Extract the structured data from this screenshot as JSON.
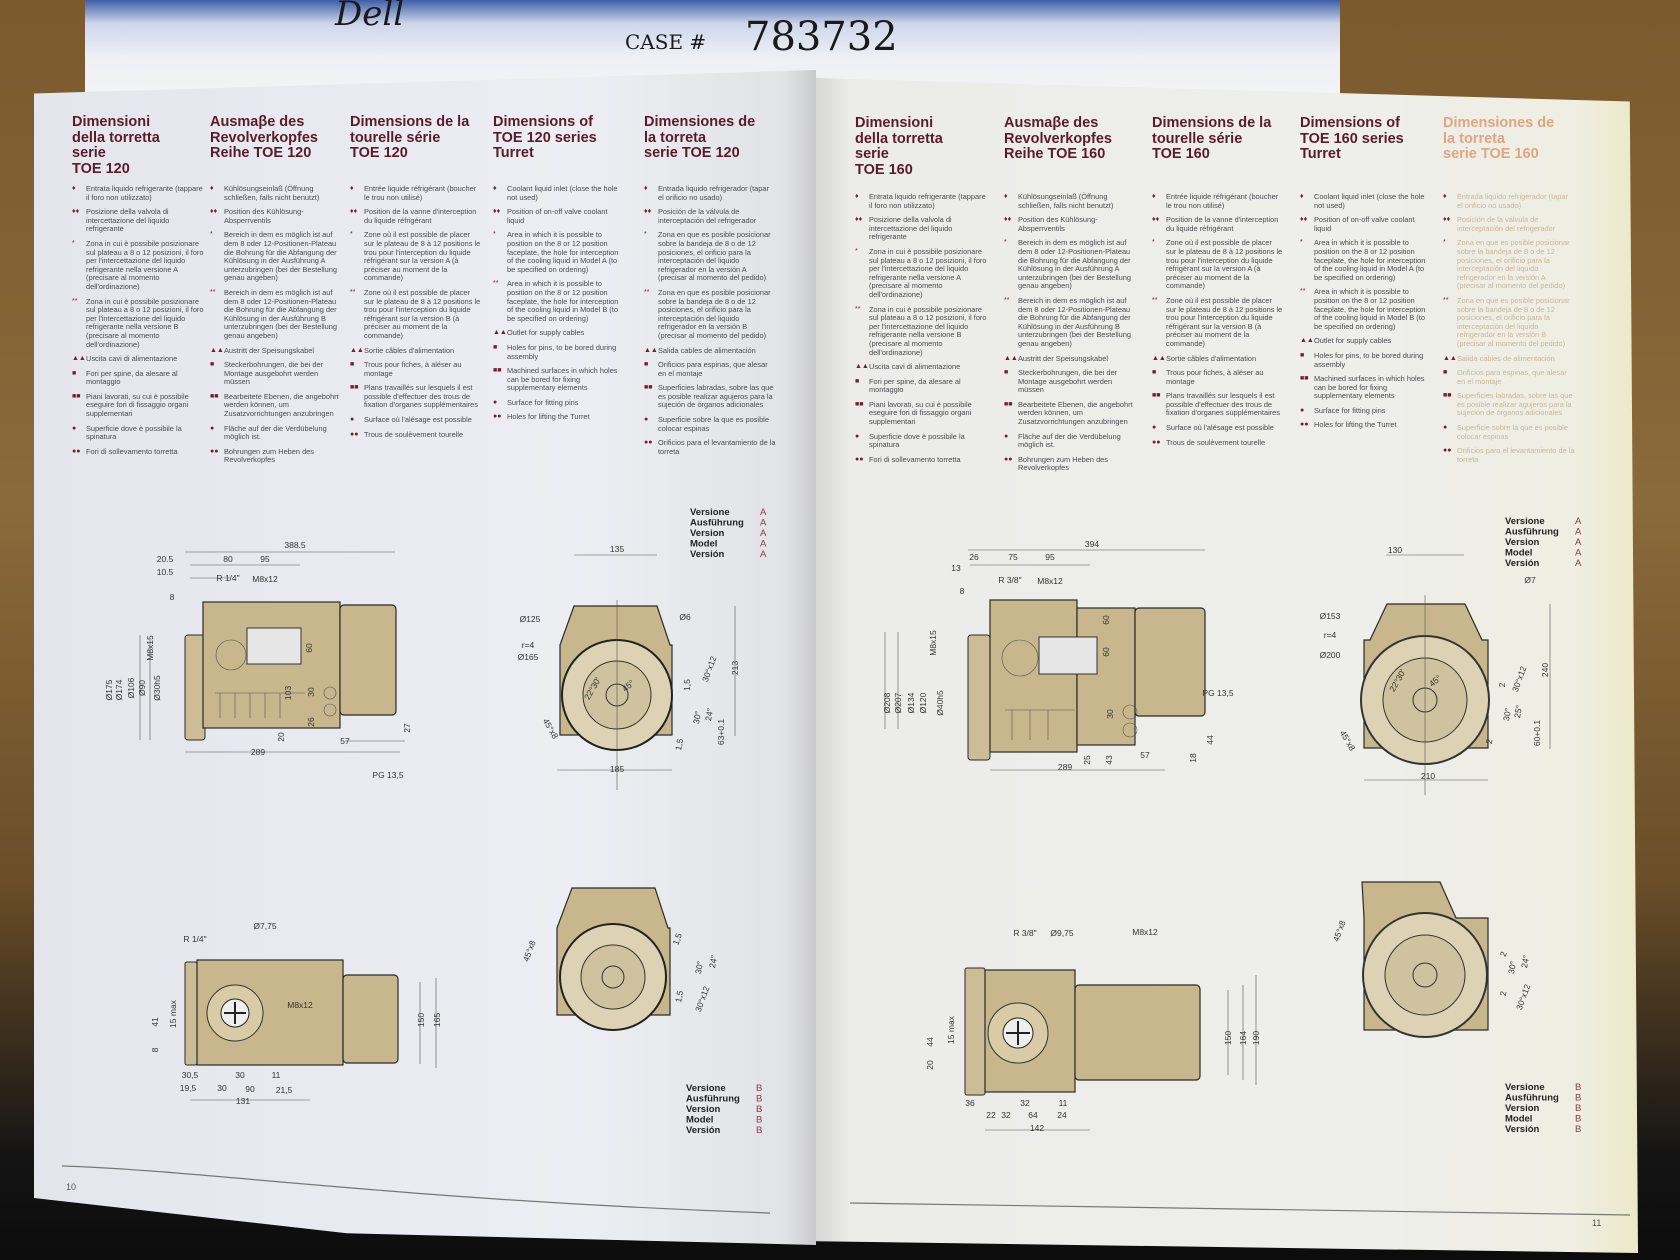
{
  "handwritten_note": {
    "line1": "Dell",
    "case_label": "CASE #",
    "case_number": "783732"
  },
  "legend_columns": [
    {
      "lang": "it",
      "items": [
        {
          "sym": "♦",
          "text": "Entrata liquido refrigerante (tappare il foro non utilizzato)"
        },
        {
          "sym": "♦♦",
          "text": "Posizione della valvola di intercettazione del liquido refrigerante"
        },
        {
          "sym": "*",
          "text": "Zona in cui è possibile posizionare sul plateau a 8 o 12 posizioni, il foro per l'intercettazione del liquido refrigerante nella versione A (precisare al momento dell'ordinazione)"
        },
        {
          "sym": "**",
          "text": "Zona in cui è possibile posizionare sul plateau a 8 o 12 posizioni, il foro per l'intercettazione del liquido refrigerante nella versione B (precisare al momento dell'ordinazione)"
        },
        {
          "sym": "▲▲",
          "text": "Uscita cavi di alimentazione"
        },
        {
          "sym": "■",
          "text": "Fori per spine, da alesare al montaggio"
        },
        {
          "sym": "■■",
          "text": "Piani lavorati, su cui è possibile eseguire fori di fissaggio organi supplementari"
        },
        {
          "sym": "●",
          "text": "Superficie dove è possibile la spinatura"
        },
        {
          "sym": "●●",
          "text": "Fori di sollevamento torretta"
        }
      ]
    },
    {
      "lang": "de",
      "items": [
        {
          "sym": "♦",
          "text": "Kühlösungseinlaß (Öffnung schließen, falls nicht benutzt)"
        },
        {
          "sym": "♦♦",
          "text": "Position des Kühlösung-Absperrventils"
        },
        {
          "sym": "*",
          "text": "Bereich in dem es möglich ist auf dem 8 oder 12-Positionen-Plateau die Bohrung für die Abfangung der Kühlösung in der Ausführung A unterzubringen (bei der Bestellung genau angeben)"
        },
        {
          "sym": "**",
          "text": "Bereich in dem es möglich ist auf dem 8 oder 12-Positionen-Plateau die Bohrung für die Abfangung der Kühlösung in der Ausführung B unterzubringen (bei der Bestellung genau angeben)"
        },
        {
          "sym": "▲▲",
          "text": "Austritt der Speisungskabel"
        },
        {
          "sym": "■",
          "text": "Steckerbohrungen, die bei der Montage ausgebohrt werden müssen"
        },
        {
          "sym": "■■",
          "text": "Bearbeitete Ebenen, die angebohrt werden können, um Zusatzvorrichtungen anzubringen"
        },
        {
          "sym": "●",
          "text": "Fläche auf der die Verdübelung möglich ist."
        },
        {
          "sym": "●●",
          "text": "Bohrungen zum Heben des Revolverkopfes"
        }
      ]
    },
    {
      "lang": "fr",
      "items": [
        {
          "sym": "♦",
          "text": "Entrée liquide réfrigérant (boucher le trou non utilisé)"
        },
        {
          "sym": "♦♦",
          "text": "Position de la vanne d'interception du liquide réfrigérant"
        },
        {
          "sym": "*",
          "text": "Zone où il est possible de placer sur le plateau de 8 à 12 positions le trou pour l'interception du liquide réfrigérant sur la version A (à préciser au moment de la commande)"
        },
        {
          "sym": "**",
          "text": "Zone où il est possible de placer sur le plateau de 8 à 12 positions le trou pour l'interception du liquide réfrigérant sur la version B (à préciser au moment de la commande)"
        },
        {
          "sym": "▲▲",
          "text": "Sortie câbles d'alimentation"
        },
        {
          "sym": "■",
          "text": "Trous pour fiches, à aléser au montage"
        },
        {
          "sym": "■■",
          "text": "Plans travaillés sur lesquels il est possible d'effectuer des trous de fixation d'organes supplémentaires"
        },
        {
          "sym": "●",
          "text": "Surface où l'alésage est possible"
        },
        {
          "sym": "●●",
          "text": "Trous de soulèvement tourelle"
        }
      ]
    },
    {
      "lang": "en",
      "items": [
        {
          "sym": "♦",
          "text": "Coolant liquid inlet (close the hole not used)"
        },
        {
          "sym": "♦♦",
          "text": "Position of on-off valve coolant liquid"
        },
        {
          "sym": "*",
          "text": "Area in which it is possible to position on the 8 or 12 position faceplate, the hole for interception of the cooling liquid in Model A (to be specified on ordering)"
        },
        {
          "sym": "**",
          "text": "Area in which it is possible to position on the 8 or 12 position faceplate, the hole for interception of the cooling liquid in Model B (to be specified on ordering)"
        },
        {
          "sym": "▲▲",
          "text": "Outlet for supply cables"
        },
        {
          "sym": "■",
          "text": "Holes for pins, to be bored during assembly"
        },
        {
          "sym": "■■",
          "text": "Machined surfaces in which holes can be bored for fixing supplementary elements"
        },
        {
          "sym": "●",
          "text": "Surface for fitting pins"
        },
        {
          "sym": "●●",
          "text": "Holes for lifting the Turret"
        }
      ]
    },
    {
      "lang": "es",
      "items": [
        {
          "sym": "♦",
          "text": "Entrada liquido refrigerador (tapar el orificio no usado)"
        },
        {
          "sym": "♦♦",
          "text": "Posición de la válvula de interceptación del refrigerador"
        },
        {
          "sym": "*",
          "text": "Zona en que es posible posicionar sobre la bandeja de 8 o de 12 posiciones, el orificio para la interceptación del liquido refrigerador en la versión A (precisar al momento del pedido)"
        },
        {
          "sym": "**",
          "text": "Zona en que es posible posicionar sobre la bandeja de 8 o de 12 posiciones, el orificio para la interceptación del liquido refrigerador en la versión B (precisar al momento del pedido)"
        },
        {
          "sym": "▲▲",
          "text": "Salida cables de alimentación"
        },
        {
          "sym": "■",
          "text": "Orificios para espinas, que alesar en el montaje"
        },
        {
          "sym": "■■",
          "text": "Superficies labradas, sobre las que es posible realizar agujeros para la sujeción de órganos adicionales"
        },
        {
          "sym": "●",
          "text": "Superficie sobre la que es posible colocar espinas"
        },
        {
          "sym": "●●",
          "text": "Orificios para el levantamiento de la torreta"
        }
      ]
    }
  ],
  "version_labels": [
    "Versione",
    "Ausführung",
    "Version",
    "Model",
    "Versión"
  ],
  "pages": [
    {
      "number": "10",
      "headers": [
        "Dimensioni\ndella torretta\nserie\nTOE 120",
        "Ausmaβe des\nRevolverkopfes\nReihe TOE 120",
        "Dimensions de la\ntourelle série\nTOE 120",
        "Dimensions of\nTOE 120 series\nTurret",
        "Dimensiones de\nla torreta\nserie TOE 120"
      ],
      "drawings": {
        "side_a": {
          "version": "A",
          "labels": [
            "388.5",
            "20.5",
            "10.5",
            "8",
            "80",
            "95",
            "R 1/4\"",
            "M8x12",
            "Ø175",
            "Ø174",
            "Ø106",
            "Ø90",
            "Ø30h5",
            "M8x15",
            "60",
            "103",
            "30",
            "26",
            "20",
            "57",
            "27",
            "289",
            "PG 13,5"
          ]
        },
        "front_a": {
          "version": "A",
          "labels": [
            "135",
            "Ø125",
            "Ø6",
            "r=4",
            "Ø165",
            "213",
            "1,5",
            "30°x12",
            "30°",
            "24°",
            "63+0.1",
            "1,5",
            "45°x8",
            "185",
            "22°30'",
            "45°"
          ]
        },
        "side_b": {
          "version": "B",
          "labels": [
            "Ø7,75",
            "R 1/4\"",
            "M8x12",
            "150",
            "165",
            "41",
            "15 max",
            "8",
            "30,5",
            "19,5",
            "30",
            "30",
            "90",
            "11",
            "21,5",
            "131"
          ]
        },
        "front_b": {
          "version": "B",
          "labels": [
            "45°x8",
            "1,5",
            "30°",
            "24°",
            "1,5",
            "30°x12"
          ]
        }
      }
    },
    {
      "number": "11",
      "headers": [
        "Dimensioni\ndella torretta\nserie\nTOE 160",
        "Ausmaβe des\nRevolverkopfes\nReihe TOE 160",
        "Dimensions de la\ntourelle série\nTOE 160",
        "Dimensions of\nTOE 160 series\nTurret",
        "Dimensiones de\nla torreta\nserie TOE 160"
      ],
      "drawings": {
        "side_a": {
          "version": "A",
          "labels": [
            "394",
            "26",
            "13",
            "8",
            "75",
            "95",
            "R 3/8\"",
            "M8x12",
            "Ø208",
            "Ø207",
            "Ø134",
            "Ø120",
            "Ø40h5",
            "M8x15",
            "60",
            "60",
            "30",
            "25",
            "43",
            "57",
            "18",
            "44",
            "289",
            "PG 13,5"
          ]
        },
        "front_a": {
          "version": "A",
          "labels": [
            "130",
            "Ø7",
            "Ø153",
            "r=4",
            "Ø200",
            "240",
            "2",
            "30°x12",
            "30°",
            "25°",
            "60+0.1",
            "2",
            "45°x8",
            "210",
            "22°30'",
            "45°"
          ]
        },
        "side_b": {
          "version": "B",
          "labels": [
            "R 3/8\"",
            "Ø9,75",
            "M8x12",
            "150",
            "164",
            "190",
            "44",
            "20",
            "15 max",
            "36",
            "22",
            "32",
            "32",
            "64",
            "11",
            "24",
            "142"
          ]
        },
        "front_b": {
          "version": "B",
          "labels": [
            "45°x8",
            "2",
            "30°",
            "24°",
            "2",
            "30°x12"
          ]
        }
      }
    }
  ],
  "colors": {
    "heading": "#5a1b2c",
    "symbol": "#7a1a30",
    "part_fill": "#c8b68c"
  }
}
